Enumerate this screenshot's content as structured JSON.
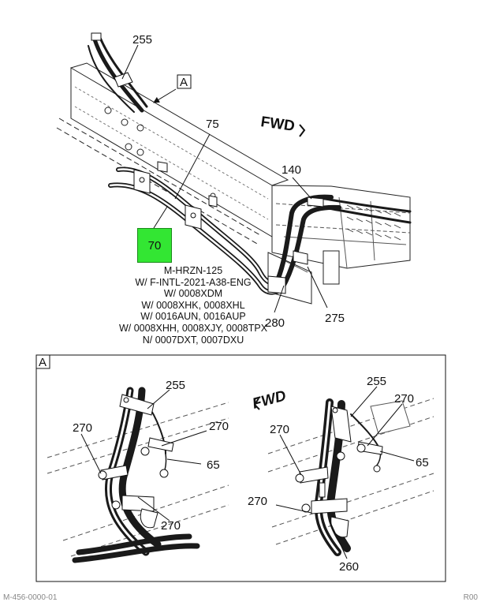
{
  "callouts": {
    "top": {
      "c255": "255",
      "c75": "75",
      "c140": "140",
      "c70": "70",
      "c280": "280",
      "c275": "275",
      "view": "A",
      "fwd": "FWD"
    },
    "left": {
      "c255": "255",
      "c270a": "270",
      "c270b": "270",
      "c65": "65",
      "c270c": "270"
    },
    "right": {
      "c255": "255",
      "c270a": "270",
      "c270b": "270",
      "c65": "65",
      "c270c": "270",
      "c260": "260",
      "fwd": "FWD"
    }
  },
  "detail_label": "A",
  "annotation_lines": [
    "M-HRZN-125",
    "W/ F-INTL-2021-A38-ENG",
    "W/ 0008XDM",
    "W/ 0008XHK, 0008XHL",
    "W/ 0016AUN, 0016AUP",
    "W/ 0008XHH, 0008XJY, 0008TPX",
    "N/ 0007DXT, 0007DXU"
  ],
  "footer": {
    "left": "M-456-0000-01",
    "right": "R00"
  },
  "colors": {
    "highlight": "#33e633",
    "line": "#111111",
    "hose": "#1a1a1a"
  }
}
